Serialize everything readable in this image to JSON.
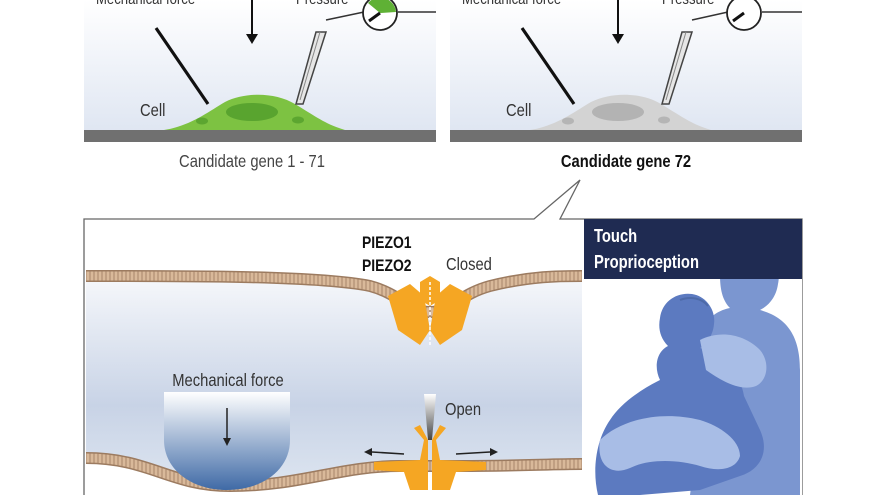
{
  "experiment_left": {
    "force_label": "Mechanical force",
    "pressure_label": "Pressure",
    "cell_label": "Cell",
    "caption": "Candidate gene 1 - 71",
    "cell_color": "#7dc242",
    "gauge_color": "#5fb135"
  },
  "experiment_right": {
    "force_label": "Mechanical force",
    "pressure_label": "Pressure",
    "cell_label": "Cell",
    "caption": "Candidate gene 72",
    "cell_color": "#d3d3d3",
    "gauge_color": "#ffffff"
  },
  "channel_panel": {
    "gene_name_1": "PIEZO1",
    "gene_name_2": "PIEZO2",
    "closed_label": "Closed",
    "open_label": "Open",
    "force_label": "Mechanical force",
    "channel_color": "#f5a623"
  },
  "sense_panel": {
    "title_line_1": "Touch",
    "title_line_2": "Proprioception",
    "title_bg": "#1f2b52"
  }
}
